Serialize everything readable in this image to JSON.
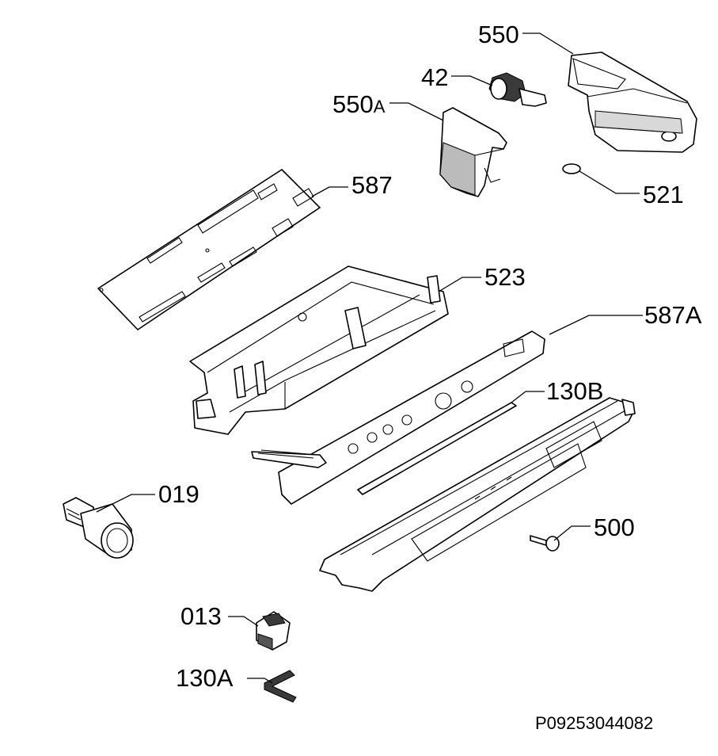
{
  "drawing_code": "P09253044082",
  "parts": [
    {
      "id": "p550",
      "number": "550",
      "suffix": ""
    },
    {
      "id": "p42",
      "number": "42",
      "suffix": ""
    },
    {
      "id": "p550a",
      "number": "550",
      "suffix": "A"
    },
    {
      "id": "p521",
      "number": "521",
      "suffix": ""
    },
    {
      "id": "p587",
      "number": "587",
      "suffix": ""
    },
    {
      "id": "p523",
      "number": "523",
      "suffix": ""
    },
    {
      "id": "p587a",
      "number": "587A",
      "suffix": ""
    },
    {
      "id": "p130b",
      "number": "130B",
      "suffix": ""
    },
    {
      "id": "p019",
      "number": "019",
      "suffix": ""
    },
    {
      "id": "p500",
      "number": "500",
      "suffix": ""
    },
    {
      "id": "p013",
      "number": "013",
      "suffix": ""
    },
    {
      "id": "p130a",
      "number": "130A",
      "suffix": ""
    }
  ]
}
